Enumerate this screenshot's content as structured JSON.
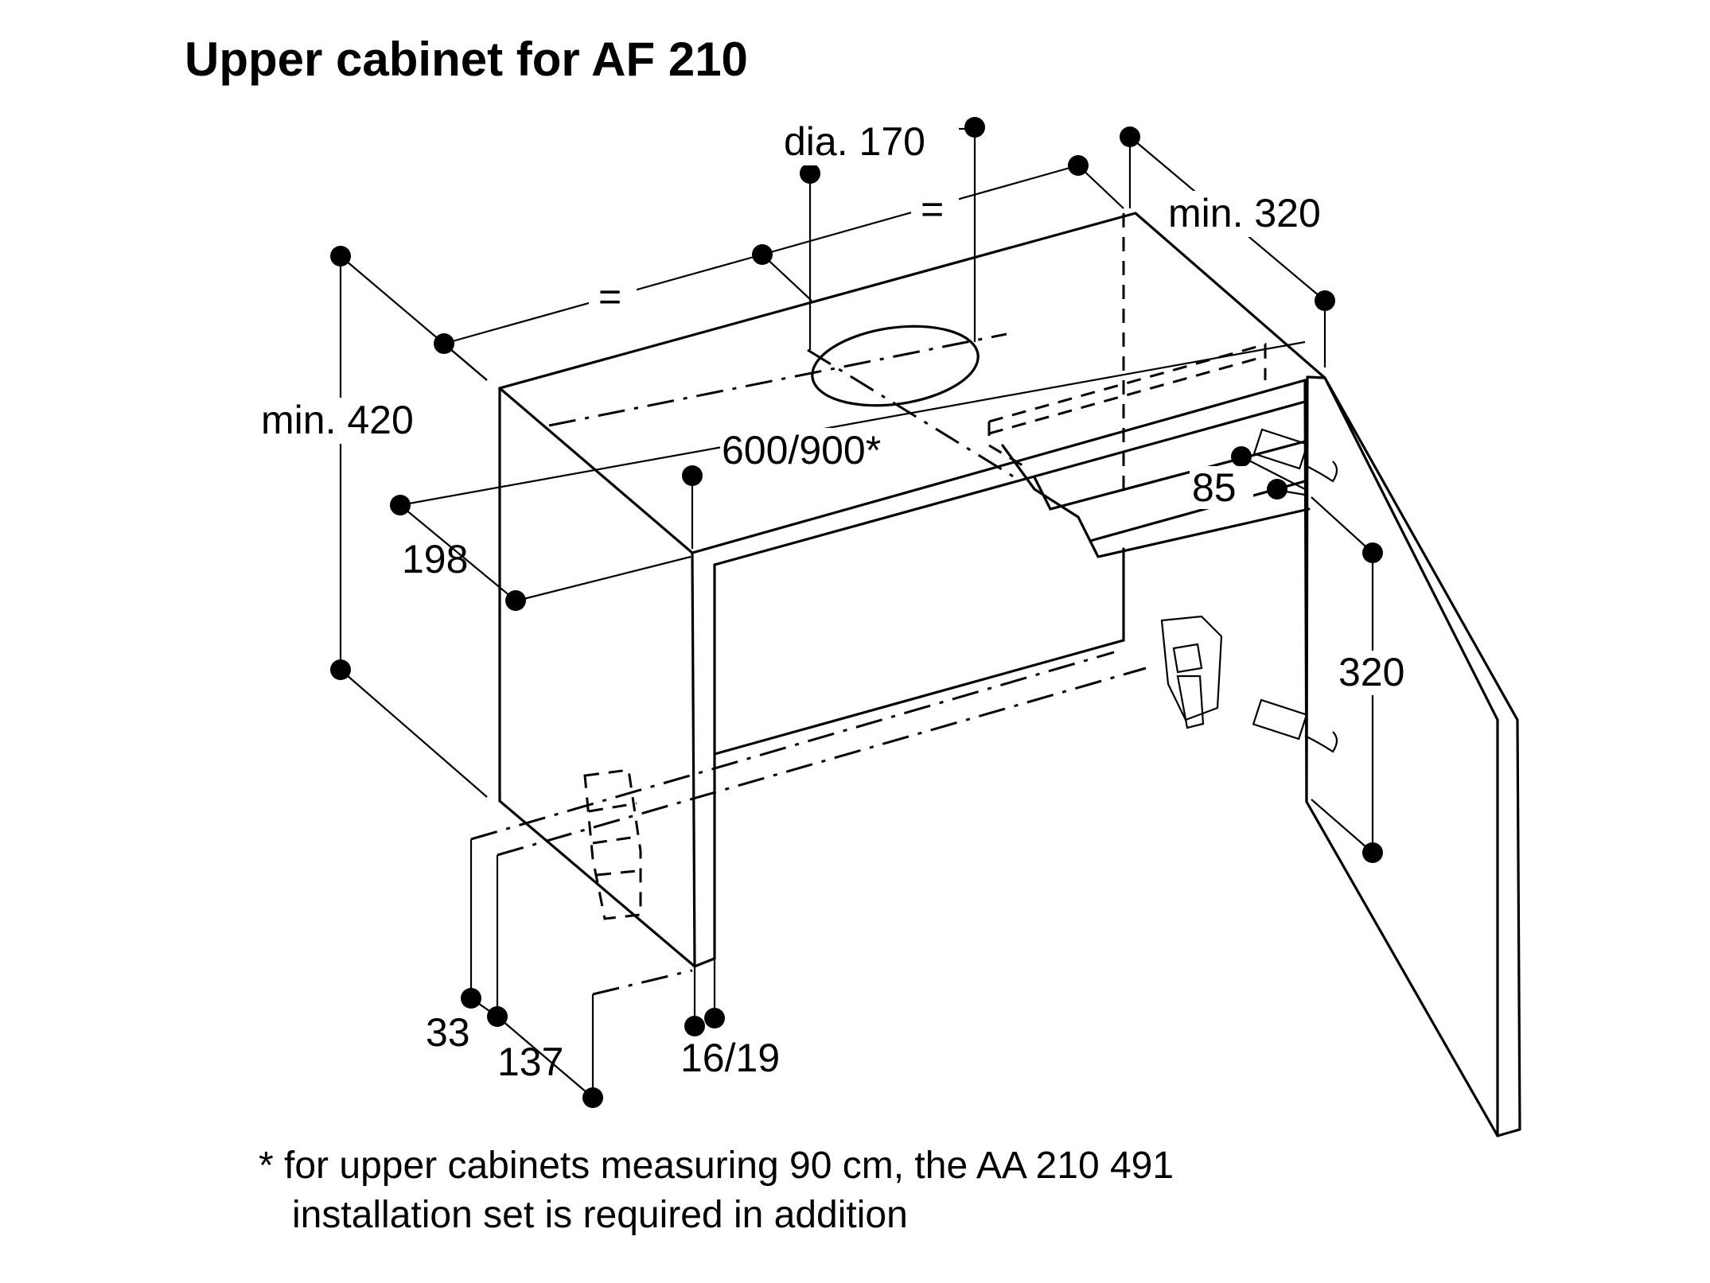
{
  "title": "Upper cabinet for AF 210",
  "labels": {
    "dia": "dia. 170",
    "eq_left": "=",
    "eq_right": "=",
    "min_320": "min. 320",
    "min_420": "min. 420",
    "width": "600/900*",
    "d198": "198",
    "d85": "85",
    "d320": "320",
    "d33": "33",
    "d137": "137",
    "d16_19": "16/19"
  },
  "footnote": {
    "line1": "* for upper cabinets measuring 90 cm, the AA 210 491",
    "line2": "installation set is required in addition"
  }
}
